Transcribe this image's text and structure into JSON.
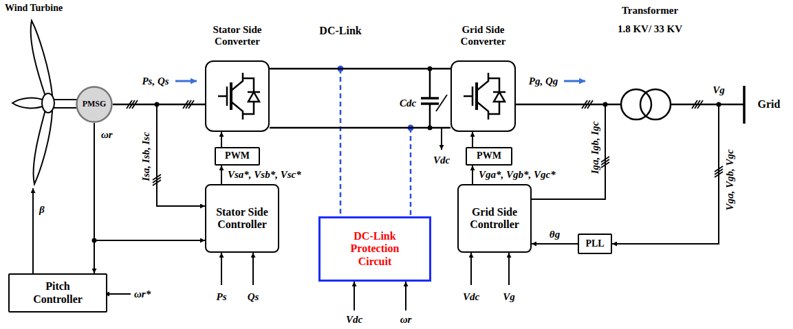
{
  "diagram": {
    "nodes": [
      {
        "text": [
          "PMSG"
        ]
      },
      {
        "text": [
          "Stator Side Converter"
        ]
      },
      {
        "text": [
          "Grid Side Converter"
        ]
      },
      {
        "text": [
          "PWM"
        ]
      },
      {
        "text": [
          "PWM"
        ]
      },
      {
        "text": [
          "Stator Side Controller"
        ]
      },
      {
        "text": [
          "DC-Link Protection Circuit"
        ]
      },
      {
        "text": [
          "Grid Side Controller"
        ]
      },
      {
        "text": [
          "PLL"
        ]
      },
      {
        "text": [
          "Pitch Controller"
        ]
      },
      {
        "text": [
          "Transformer",
          "1.8 KV/ 33 KV"
        ]
      }
    ],
    "edges": [
      {
        "from": 0,
        "to": 1,
        "arrow": "none"
      },
      {
        "from": 1,
        "to": 2,
        "arrow": "none"
      },
      {
        "from": 1,
        "to": 2,
        "arrow": "none"
      },
      {
        "from": 2,
        "to": 10,
        "arrow": "none"
      },
      {
        "from": 5,
        "to": 3,
        "arrow": "to"
      },
      {
        "from": 3,
        "to": 1,
        "arrow": "to"
      },
      {
        "from": 7,
        "to": 4,
        "arrow": "to"
      },
      {
        "from": 4,
        "to": 2,
        "arrow": "to"
      },
      {
        "from": 8,
        "to": 7,
        "arrow": "to",
        "label": "θg"
      },
      {
        "from": 0,
        "to": 5,
        "arrow": "to"
      },
      {
        "from": 0,
        "to": 9,
        "arrow": "to"
      }
    ],
    "labels": [
      "Wind Turbine",
      "Ps, Qs",
      "ωr",
      "Isa, Isb, Isc",
      "β",
      "ωr*",
      "Vsa*, Vsb*, Vsc*",
      "Ps",
      "Qs",
      "DC-Link",
      "Cdc",
      "Vdc",
      "Vdc",
      "ωr",
      "Pg, Qg",
      "Iga, Igb, Igc",
      "Vga*, Vgb*, Vgc*",
      "Vdc",
      "Vg",
      "Vg",
      "Vga, Vgb, Vgc",
      "Grid"
    ]
  }
}
